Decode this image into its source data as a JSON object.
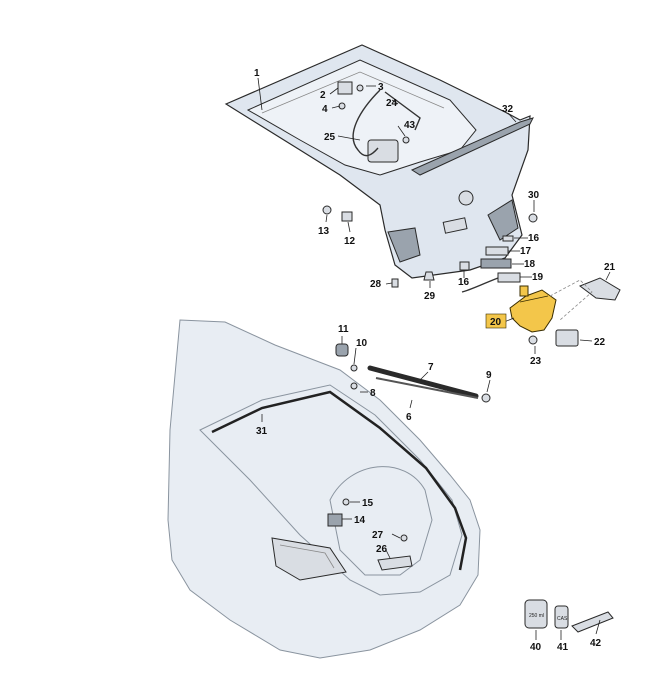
{
  "diagram": {
    "highlight_color": "#f3c64a",
    "panel_color": "#dfe6ef",
    "labels": [
      {
        "id": "p1",
        "text": "1"
      },
      {
        "id": "p2",
        "text": "2"
      },
      {
        "id": "p3",
        "text": "3"
      },
      {
        "id": "p4",
        "text": "4"
      },
      {
        "id": "p24",
        "text": "24"
      },
      {
        "id": "p43",
        "text": "43"
      },
      {
        "id": "p25",
        "text": "25"
      },
      {
        "id": "p32",
        "text": "32"
      },
      {
        "id": "p30",
        "text": "30"
      },
      {
        "id": "p13",
        "text": "13"
      },
      {
        "id": "p12",
        "text": "12"
      },
      {
        "id": "p16a",
        "text": "16"
      },
      {
        "id": "p17",
        "text": "17"
      },
      {
        "id": "p18",
        "text": "18"
      },
      {
        "id": "p19",
        "text": "19"
      },
      {
        "id": "p28",
        "text": "28"
      },
      {
        "id": "p29",
        "text": "29"
      },
      {
        "id": "p16b",
        "text": "16"
      },
      {
        "id": "p21",
        "text": "21"
      },
      {
        "id": "p20",
        "text": "20"
      },
      {
        "id": "p22",
        "text": "22"
      },
      {
        "id": "p23",
        "text": "23"
      },
      {
        "id": "p11",
        "text": "11"
      },
      {
        "id": "p10",
        "text": "10"
      },
      {
        "id": "p7",
        "text": "7"
      },
      {
        "id": "p8",
        "text": "8"
      },
      {
        "id": "p9",
        "text": "9"
      },
      {
        "id": "p6",
        "text": "6"
      },
      {
        "id": "p31",
        "text": "31"
      },
      {
        "id": "p15",
        "text": "15"
      },
      {
        "id": "p14",
        "text": "14"
      },
      {
        "id": "p27",
        "text": "27"
      },
      {
        "id": "p26",
        "text": "26"
      },
      {
        "id": "p40",
        "text": "40"
      },
      {
        "id": "p41",
        "text": "41"
      },
      {
        "id": "p42",
        "text": "42"
      }
    ],
    "product_texts": {
      "can_40": "250 ml",
      "bottle_41": "CAS"
    }
  }
}
